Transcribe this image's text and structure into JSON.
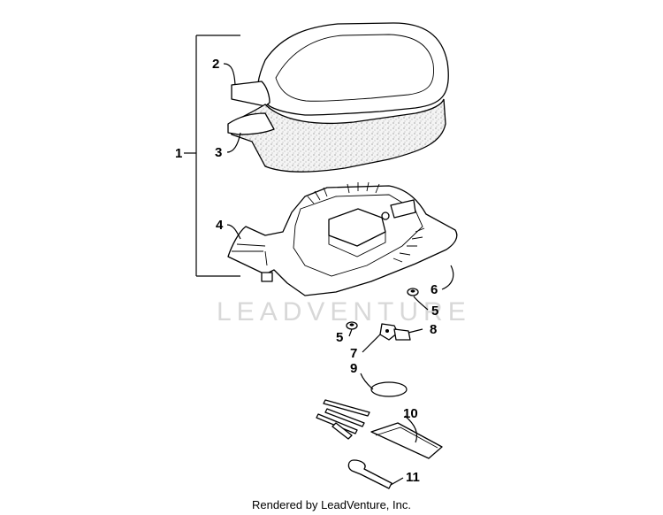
{
  "watermark": "LEADVENTURE",
  "footer": "Rendered by LeadVenture, Inc.",
  "callouts": {
    "c1": "1",
    "c2": "2",
    "c3": "3",
    "c4": "4",
    "c5a": "5",
    "c5b": "5",
    "c6": "6",
    "c7": "7",
    "c8": "8",
    "c9": "9",
    "c10": "10",
    "c11": "11"
  }
}
